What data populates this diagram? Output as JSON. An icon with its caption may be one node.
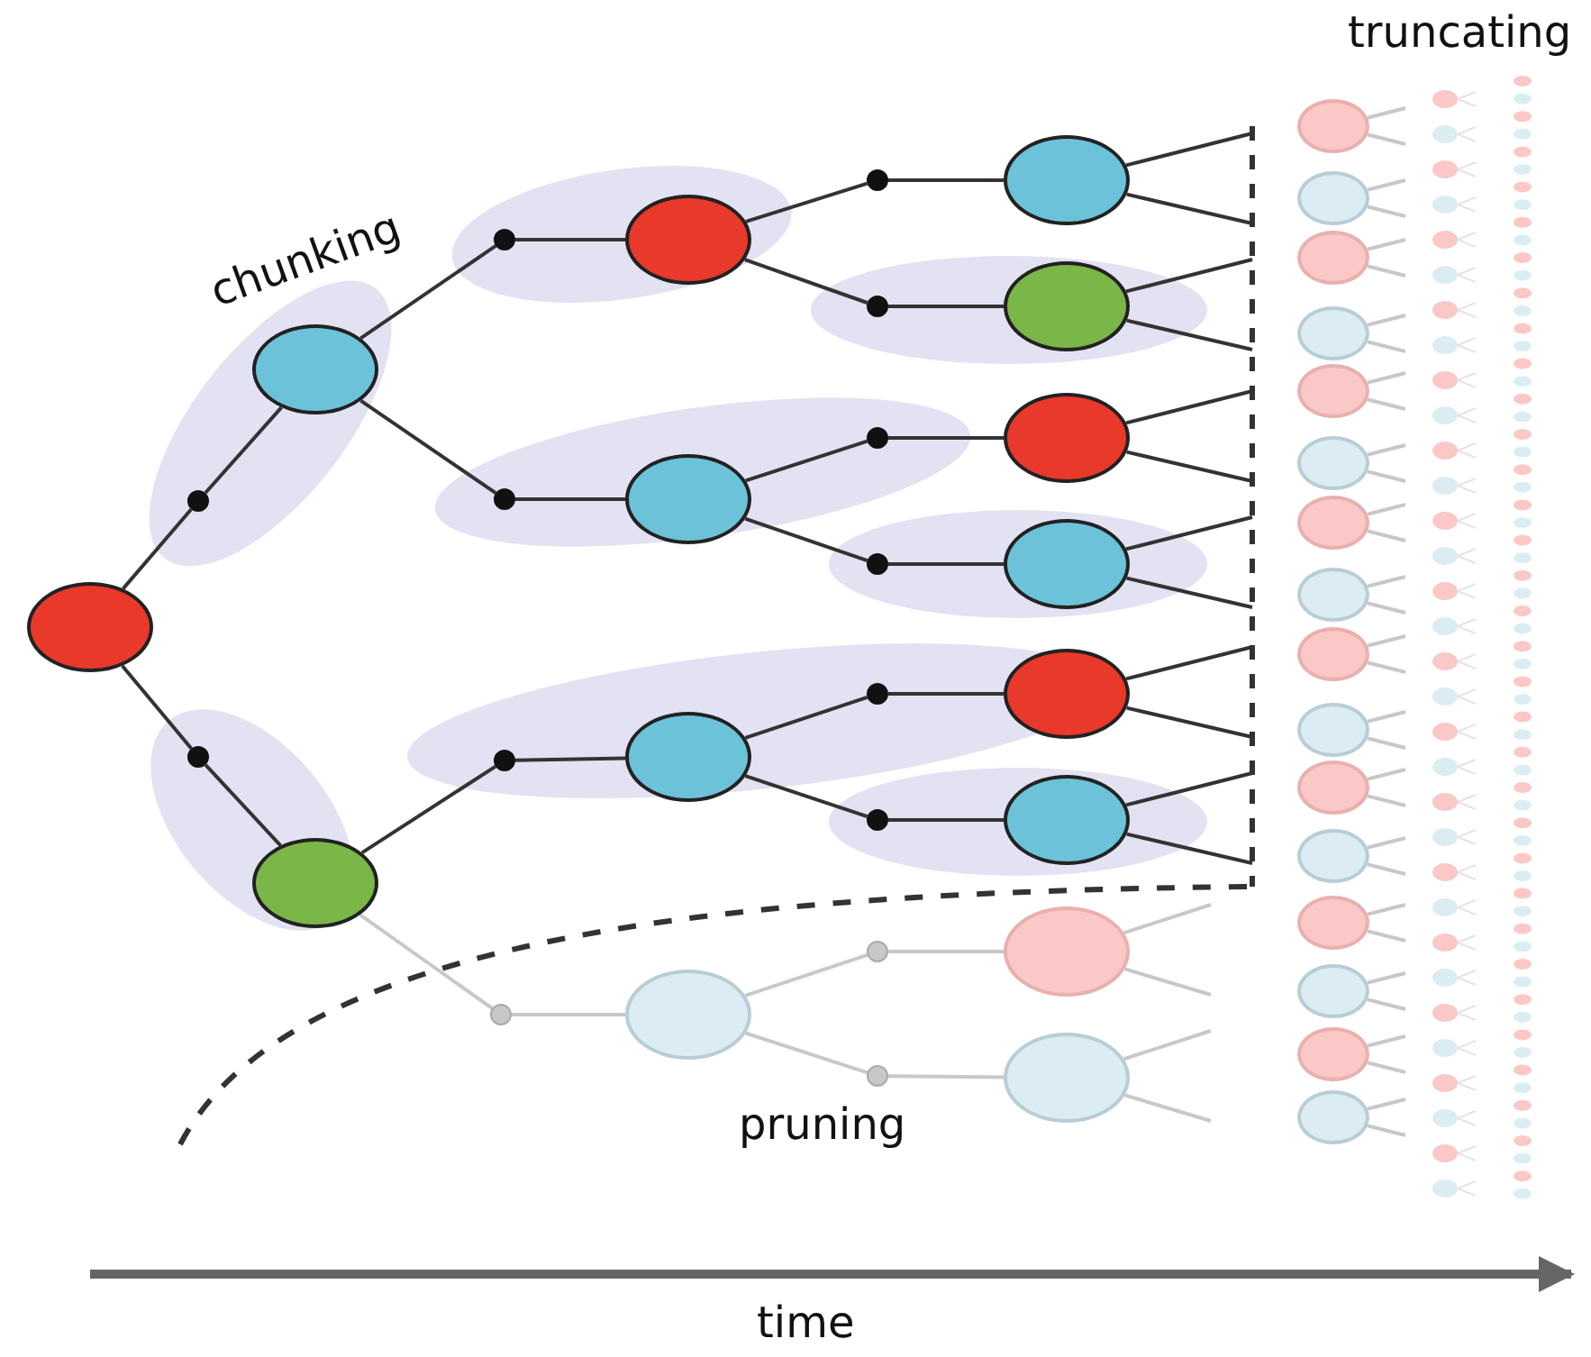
{
  "diagram": {
    "nodes": [
      {
        "text": [],
        "shape": "circle"
      },
      {
        "text": [],
        "shape": "circle"
      },
      {
        "text": [],
        "shape": "circle"
      },
      {
        "text": [],
        "shape": "circle"
      },
      {
        "text": [],
        "shape": "circle"
      },
      {
        "text": [],
        "shape": "circle"
      },
      {
        "text": [],
        "shape": "circle"
      },
      {
        "text": [],
        "shape": "circle"
      },
      {
        "text": [],
        "shape": "circle"
      },
      {
        "text": [],
        "shape": "circle"
      },
      {
        "text": [],
        "shape": "circle"
      },
      {
        "text": [],
        "shape": "circle"
      },
      {
        "text": [],
        "shape": "circle"
      },
      {
        "text": [],
        "shape": "circle"
      },
      {
        "text": [],
        "shape": "circle"
      },
      {
        "text": [],
        "shape": "circle"
      },
      {
        "text": [],
        "shape": "circle"
      },
      {
        "text": [],
        "shape": "circle"
      },
      {
        "text": [],
        "shape": "circle"
      },
      {
        "text": [],
        "shape": "circle"
      },
      {
        "text": [],
        "shape": "circle"
      },
      {
        "text": [],
        "shape": "circle"
      },
      {
        "text": [],
        "shape": "circle"
      },
      {
        "text": [],
        "shape": "circle"
      },
      {
        "text": [],
        "shape": "circle"
      },
      {
        "text": [],
        "shape": "circle"
      },
      {
        "text": [],
        "shape": "circle"
      },
      {
        "text": [],
        "shape": "circle"
      },
      {
        "text": [],
        "shape": "circle"
      },
      {
        "text": [],
        "shape": "circle"
      },
      {
        "text": [],
        "shape": "circle"
      },
      {
        "text": [],
        "shape": "circle"
      },
      {
        "text": [],
        "shape": "circle"
      },
      {
        "text": [],
        "shape": "circle"
      },
      {
        "text": [],
        "shape": "circle"
      },
      {
        "text": [],
        "shape": "circle"
      },
      {
        "text": [],
        "shape": "circle"
      },
      {
        "text": [],
        "shape": "circle"
      },
      {
        "text": [],
        "shape": "circle"
      },
      {
        "text": [],
        "shape": "circle"
      },
      {
        "text": [],
        "shape": "circle"
      },
      {
        "text": [],
        "shape": "circle"
      },
      {
        "text": [],
        "shape": "circle"
      },
      {
        "text": [],
        "shape": "circle"
      },
      {
        "text": [],
        "shape": "circle"
      }
    ],
    "edges": [
      {
        "from": 0,
        "to": 1,
        "arrow": "none",
        "color": "#333333"
      },
      {
        "from": 1,
        "to": 2,
        "arrow": "none",
        "color": "#333333"
      },
      {
        "from": 0,
        "to": 3,
        "arrow": "none",
        "color": "#333333"
      },
      {
        "from": 3,
        "to": 4,
        "arrow": "none",
        "color": "#333333"
      },
      {
        "from": 2,
        "to": 5,
        "arrow": "none",
        "color": "#333333"
      },
      {
        "from": 5,
        "to": 6,
        "arrow": "none",
        "color": "#333333"
      },
      {
        "from": 2,
        "to": 7,
        "arrow": "none",
        "color": "#333333"
      },
      {
        "from": 7,
        "to": 8,
        "arrow": "none",
        "color": "#333333"
      },
      {
        "from": 4,
        "to": 9,
        "arrow": "none",
        "color": "#333333"
      },
      {
        "from": 9,
        "to": 10,
        "arrow": "none",
        "color": "#333333"
      },
      {
        "from": 6,
        "to": 11,
        "arrow": "none",
        "color": "#333333"
      },
      {
        "from": 11,
        "to": 12,
        "arrow": "none",
        "color": "#333333"
      },
      {
        "from": 6,
        "to": 13,
        "arrow": "none",
        "color": "#333333"
      },
      {
        "from": 13,
        "to": 14,
        "arrow": "none",
        "color": "#333333"
      },
      {
        "from": 8,
        "to": 15,
        "arrow": "none",
        "color": "#333333"
      },
      {
        "from": 15,
        "to": 16,
        "arrow": "none",
        "color": "#333333"
      },
      {
        "from": 8,
        "to": 17,
        "arrow": "none",
        "color": "#333333"
      },
      {
        "from": 17,
        "to": 18,
        "arrow": "none",
        "color": "#333333"
      },
      {
        "from": 10,
        "to": 19,
        "arrow": "none",
        "color": "#333333"
      },
      {
        "from": 19,
        "to": 20,
        "arrow": "none",
        "color": "#333333"
      },
      {
        "from": 10,
        "to": 21,
        "arrow": "none",
        "color": "#333333"
      },
      {
        "from": 21,
        "to": 22,
        "arrow": "none",
        "color": "#333333"
      },
      {
        "from": 4,
        "to": 23,
        "arrow": "none"
      },
      {
        "from": 23,
        "to": 24,
        "arrow": "none"
      },
      {
        "from": 24,
        "to": 25,
        "arrow": "none"
      },
      {
        "from": 25,
        "to": 26,
        "arrow": "none"
      },
      {
        "from": 24,
        "to": 27,
        "arrow": "none"
      },
      {
        "from": 27,
        "to": 28,
        "arrow": "none"
      },
      {
        "from": 12,
        "to": null,
        "arrow": "none",
        "color": "#333333"
      },
      {
        "from": 12,
        "to": null,
        "arrow": "none",
        "color": "#333333"
      },
      {
        "from": 14,
        "to": null,
        "arrow": "none",
        "color": "#333333"
      },
      {
        "from": 14,
        "to": null,
        "arrow": "none",
        "color": "#333333"
      },
      {
        "from": 16,
        "to": null,
        "arrow": "none",
        "color": "#333333"
      },
      {
        "from": 16,
        "to": null,
        "arrow": "none",
        "color": "#333333"
      },
      {
        "from": 18,
        "to": null,
        "arrow": "none",
        "color": "#333333"
      },
      {
        "from": 18,
        "to": null,
        "arrow": "none",
        "color": "#333333"
      },
      {
        "from": 20,
        "to": null,
        "arrow": "none",
        "color": "#333333"
      },
      {
        "from": 20,
        "to": null,
        "arrow": "none",
        "color": "#333333"
      },
      {
        "from": 22,
        "to": null,
        "arrow": "none",
        "color": "#333333"
      },
      {
        "from": 22,
        "to": null,
        "arrow": "none",
        "color": "#333333"
      },
      {
        "from": 26,
        "to": null,
        "arrow": "none"
      },
      {
        "from": 26,
        "to": null,
        "arrow": "none"
      },
      {
        "from": 28,
        "to": null,
        "arrow": "none"
      },
      {
        "from": 28,
        "to": null,
        "arrow": "none"
      },
      {
        "from": 29,
        "to": null,
        "arrow": "none"
      },
      {
        "from": 29,
        "to": null,
        "arrow": "none"
      },
      {
        "from": 30,
        "to": null,
        "arrow": "none"
      },
      {
        "from": 30,
        "to": null,
        "arrow": "none"
      },
      {
        "from": 31,
        "to": null,
        "arrow": "none"
      },
      {
        "from": 31,
        "to": null,
        "arrow": "none"
      },
      {
        "from": 32,
        "to": null,
        "arrow": "none"
      },
      {
        "from": 32,
        "to": null,
        "arrow": "none"
      },
      {
        "from": 33,
        "to": null,
        "arrow": "none"
      },
      {
        "from": 33,
        "to": null,
        "arrow": "none"
      },
      {
        "from": 34,
        "to": null,
        "arrow": "none"
      },
      {
        "from": 34,
        "to": null,
        "arrow": "none"
      },
      {
        "from": 35,
        "to": null,
        "arrow": "none"
      },
      {
        "from": 35,
        "to": null,
        "arrow": "none"
      },
      {
        "from": 36,
        "to": null,
        "arrow": "none"
      },
      {
        "from": 36,
        "to": null,
        "arrow": "none"
      },
      {
        "from": 37,
        "to": null,
        "arrow": "none"
      },
      {
        "from": 37,
        "to": null,
        "arrow": "none"
      },
      {
        "from": 38,
        "to": null,
        "arrow": "none"
      },
      {
        "from": 38,
        "to": null,
        "arrow": "none"
      },
      {
        "from": 39,
        "to": null,
        "arrow": "none"
      },
      {
        "from": 39,
        "to": null,
        "arrow": "none"
      },
      {
        "from": 40,
        "to": null,
        "arrow": "none"
      },
      {
        "from": 40,
        "to": null,
        "arrow": "none"
      },
      {
        "from": 41,
        "to": null,
        "arrow": "none"
      },
      {
        "from": 41,
        "to": null,
        "arrow": "none"
      },
      {
        "from": 42,
        "to": null,
        "arrow": "none"
      },
      {
        "from": 42,
        "to": null,
        "arrow": "none"
      },
      {
        "from": 43,
        "to": null,
        "arrow": "none"
      },
      {
        "from": 43,
        "to": null,
        "arrow": "none"
      },
      {
        "from": 44,
        "to": null,
        "arrow": "none"
      },
      {
        "from": 44,
        "to": null,
        "arrow": "none"
      }
    ],
    "labels": [
      "truncating",
      "chunking",
      "pruning",
      "time"
    ]
  }
}
